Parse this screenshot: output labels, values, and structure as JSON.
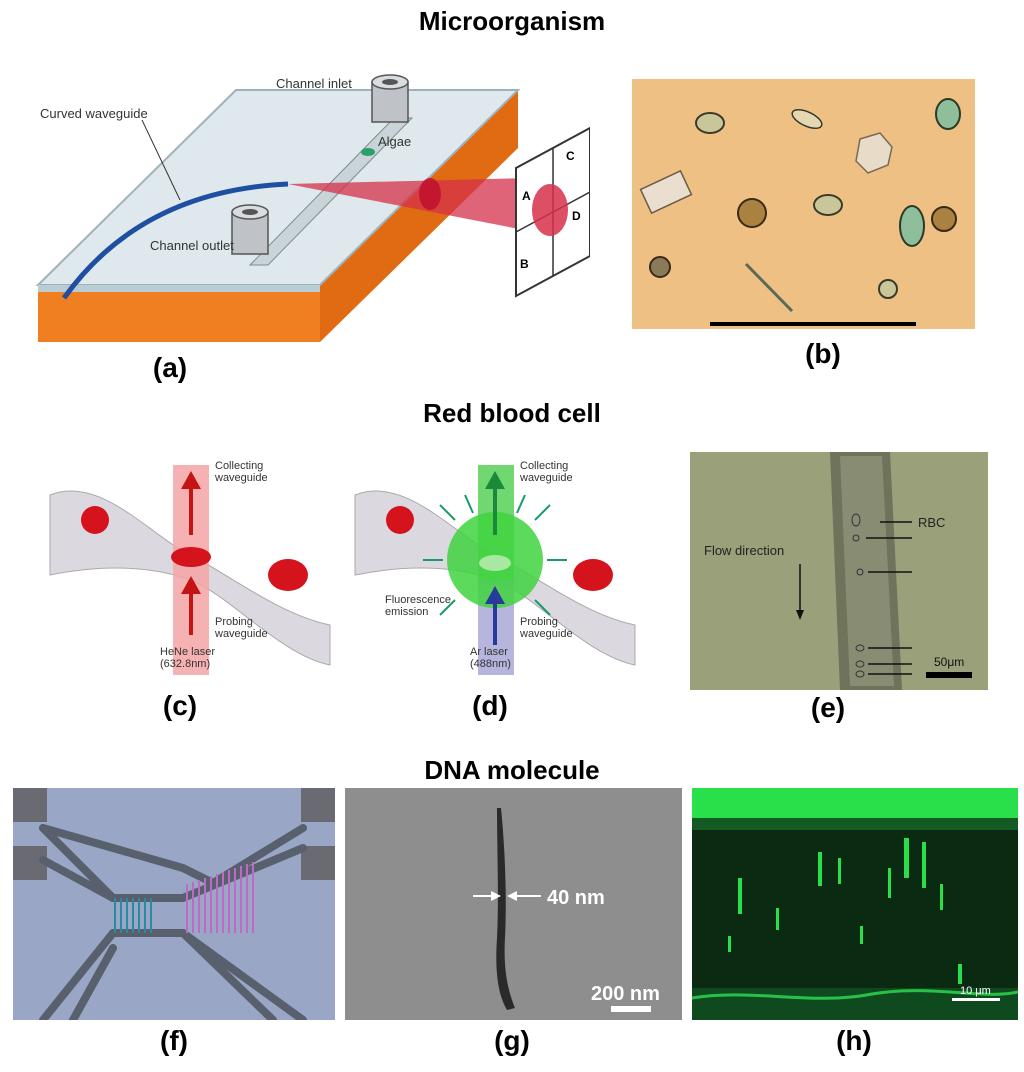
{
  "sections": {
    "micro": "Microorganism",
    "rbc": "Red blood cell",
    "dna": "DNA molecule"
  },
  "panels": {
    "a": {
      "label": "(a)",
      "curved_waveguide": "Curved waveguide",
      "channel_inlet": "Channel inlet",
      "algae": "Algae",
      "channel_outlet": "Channel outlet",
      "quad": {
        "A": "A",
        "B": "B",
        "C": "C",
        "D": "D"
      }
    },
    "b": {
      "label": "(b)"
    },
    "c": {
      "label": "(c)",
      "collecting_1": "Collecting",
      "collecting_2": "waveguide",
      "probing_1": "Probing",
      "probing_2": "waveguide",
      "laser_1": "HeNe laser",
      "laser_2": "(632.8nm)"
    },
    "d": {
      "label": "(d)",
      "collecting_1": "Collecting",
      "collecting_2": "waveguide",
      "fluor_1": "Fluorescence",
      "fluor_2": "emission",
      "probing_1": "Probing",
      "probing_2": "waveguide",
      "laser_1": "Ar laser",
      "laser_2": "(488nm)"
    },
    "e": {
      "label": "(e)",
      "flow": "Flow direction",
      "rbc": "RBC",
      "scale": "50μm"
    },
    "f": {
      "label": "(f)"
    },
    "g": {
      "label": "(g)",
      "width": "40 nm",
      "scale": "200 nm"
    },
    "h": {
      "label": "(h)",
      "scale": "10 μm"
    }
  },
  "colors": {
    "slab_orange": "#f07f22",
    "glass": "#dfe8ec",
    "waveguide_blue": "#1f4fa0",
    "beam_red": "#d6304a",
    "micro_bg": "#eec083",
    "rbc_red": "#d4131c",
    "fluor_green": "#3fd43f",
    "dna_green": "#29e04a",
    "chip_bg": "#9aa6c6"
  }
}
